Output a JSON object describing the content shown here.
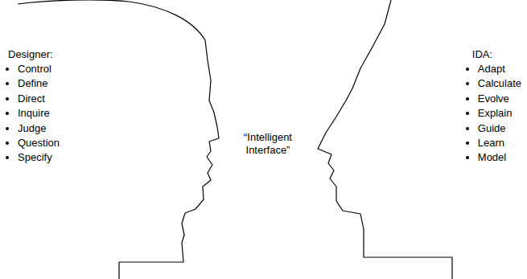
{
  "diagram": {
    "nodes": [
      {
        "text": [
          "Designer:",
          "Control",
          "Define",
          "Direct",
          "Inquire",
          "Judge",
          "Question",
          "Specify"
        ]
      },
      {
        "text": [
          "IDA:",
          "Adapt",
          "Calculate",
          "Evolve",
          "Explain",
          "Guide",
          "Learn",
          "Model"
        ]
      }
    ],
    "labels": [
      "“Intelligent Interface”"
    ]
  }
}
